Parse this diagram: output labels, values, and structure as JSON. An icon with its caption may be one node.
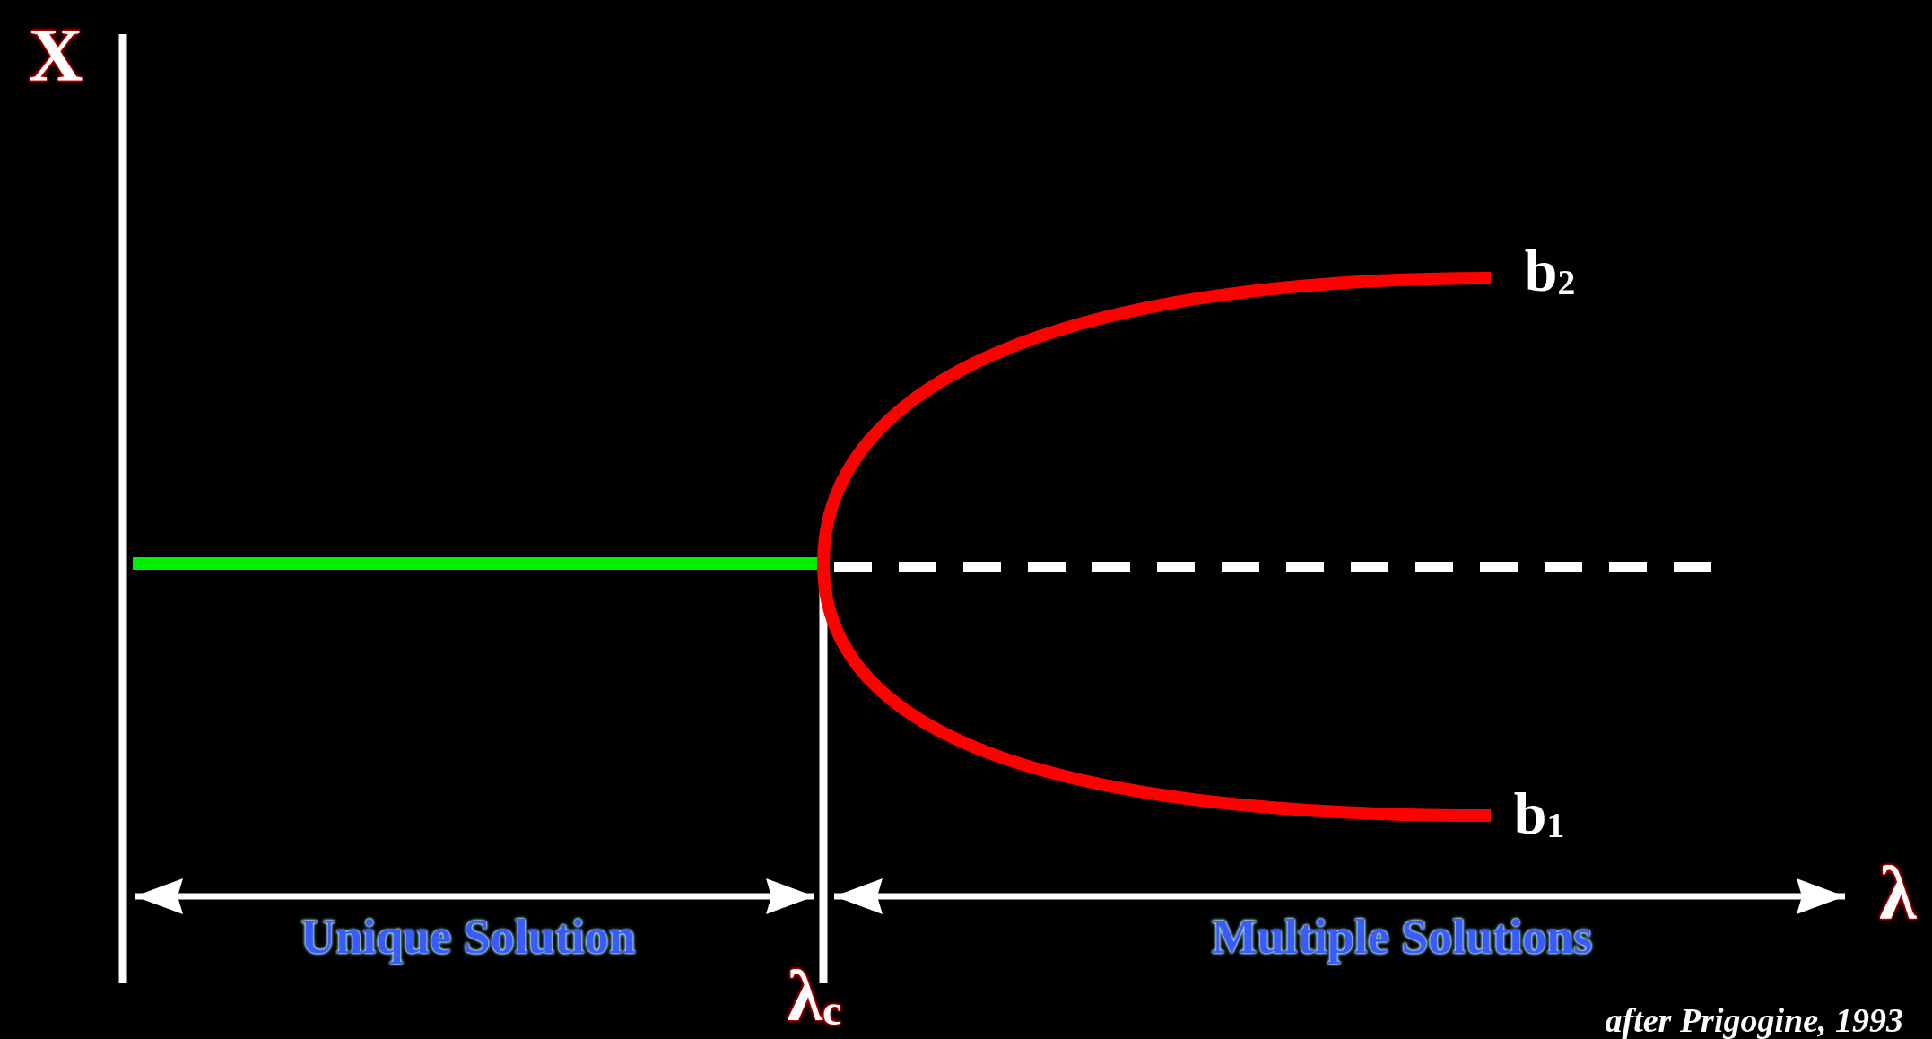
{
  "diagram": {
    "labels": [
      "X",
      "b$_{2}$",
      "b$_{1}$",
      "λ",
      "Unique Solution",
      "Multiple Solutions",
      "λ$_{c}$",
      "after Prigogine, 1993"
    ]
  }
}
